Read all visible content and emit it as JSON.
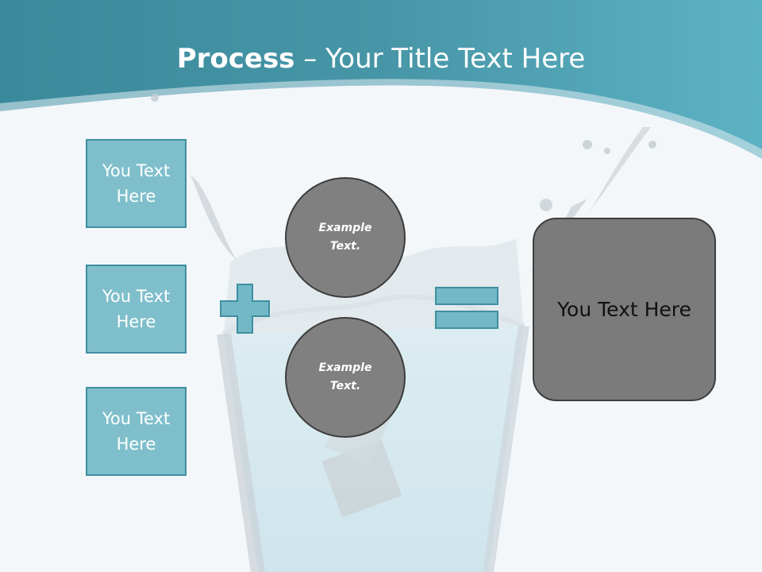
{
  "slide": {
    "title_bold": "Process",
    "title_rest": " – Your Title Text Here",
    "left_boxes": [
      {
        "label": "You Text Here"
      },
      {
        "label": "You Text Here"
      },
      {
        "label": "You Text Here"
      }
    ],
    "circles": [
      {
        "label": "Example Text."
      },
      {
        "label": "Example Text."
      }
    ],
    "result_label": "You Text Here"
  },
  "colors": {
    "header_teal": "#3f8fa0",
    "box_fill": "#7fbfcb",
    "operator_fill": "#72b8c6",
    "circle_fill": "#808080",
    "result_fill": "#7b7b7b"
  },
  "icons": [
    "plus-icon",
    "equals-icon"
  ]
}
